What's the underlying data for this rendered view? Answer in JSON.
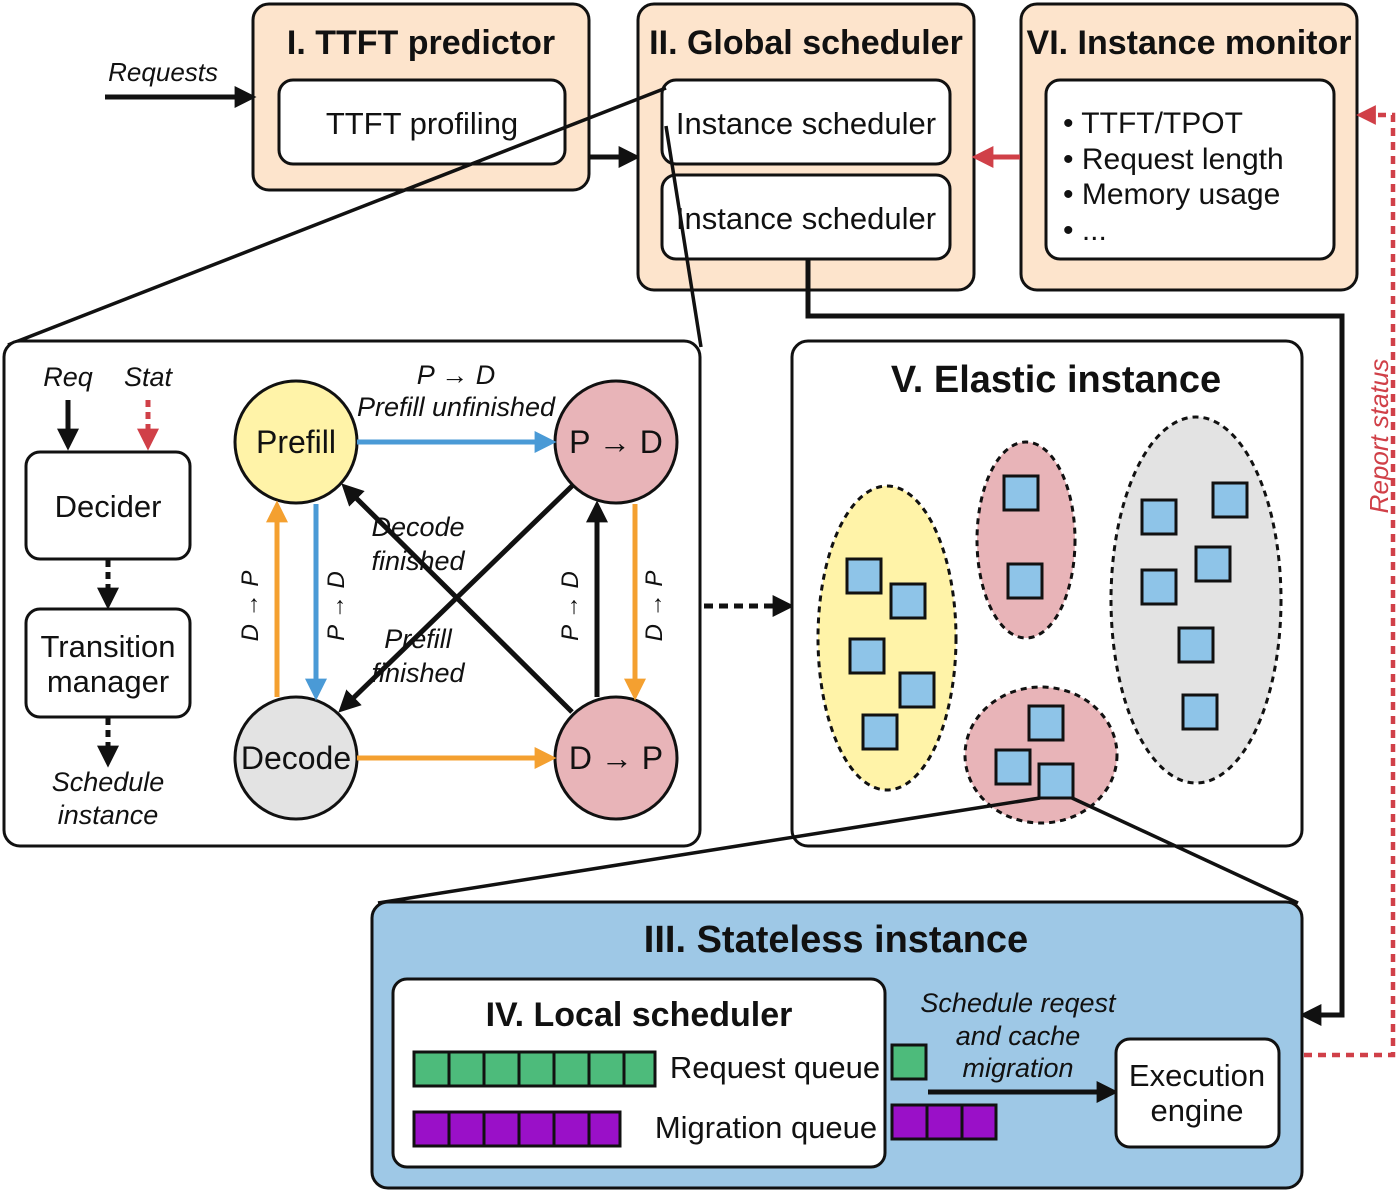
{
  "colors": {
    "peach": "#fde4cc",
    "blue_panel": "#9ec8e6",
    "square_blue": "#8ec4e8",
    "yellow": "#fff3a8",
    "pink": "#e8b4b8",
    "gray": "#e3e3e3",
    "green": "#4dbb7b",
    "purple": "#9a10c8",
    "arrow_blue": "#4a9ad6",
    "arrow_orange": "#f4a030",
    "arrow_red": "#d04048"
  },
  "predictor": {
    "title": "I. TTFT predictor",
    "profiling": "TTFT profiling",
    "input_label": "Requests"
  },
  "global": {
    "title": "II. Global scheduler",
    "sched1": "Instance scheduler",
    "sched2": "Instance scheduler"
  },
  "monitor": {
    "title": "VI. Instance monitor",
    "items": [
      "• TTFT/TPOT",
      "• Request length",
      "• Memory usage",
      "• ..."
    ]
  },
  "detail": {
    "req": "Req",
    "stat": "Stat",
    "decider": "Decider",
    "transition": [
      "Transition",
      "manager"
    ],
    "schedule": [
      "Schedule",
      "instance"
    ],
    "states": {
      "prefill": "Prefill",
      "decode": "Decode",
      "p2d": "P → D",
      "d2p": "D → P"
    },
    "top_label": [
      "P → D",
      "Prefill unfinished"
    ],
    "decode_finished": [
      "Decode",
      "finished"
    ],
    "prefill_finished": [
      "Prefill",
      "finished"
    ],
    "vert": {
      "d2p_left": "D → P",
      "p2d_left": "P → D",
      "p2d_right": "P → D",
      "d2p_right": "D → P"
    }
  },
  "elastic": {
    "title": "V. Elastic instance"
  },
  "stateless": {
    "title": "III. Stateless instance",
    "local_title": "IV. Local scheduler",
    "request_queue": "Request queue",
    "migration_queue": "Migration queue",
    "schedule_label": [
      "Schedule reqest",
      "and cache",
      "migration"
    ],
    "engine": [
      "Execution",
      "engine"
    ]
  },
  "report_status": "Report status"
}
